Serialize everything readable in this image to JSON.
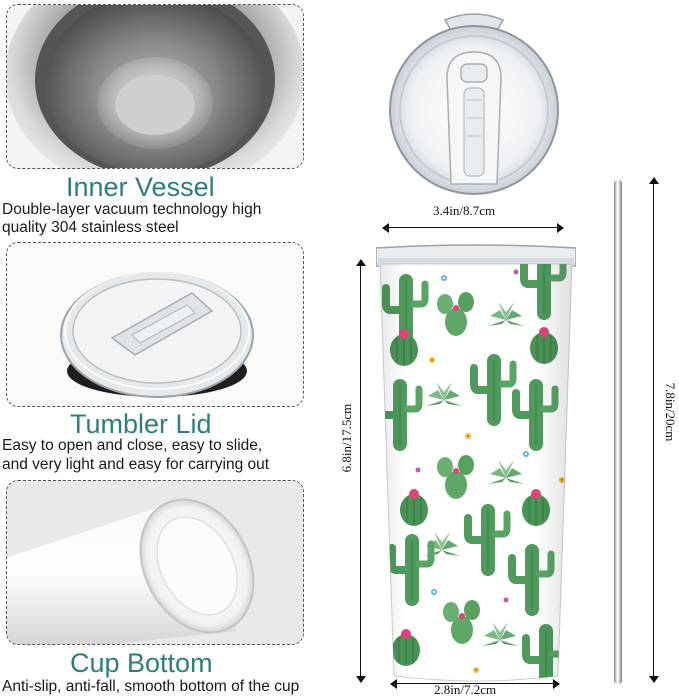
{
  "features": [
    {
      "title": "Inner Vessel",
      "desc_line1": "Double-layer vacuum technology high",
      "desc_line2": "quality 304 stainless steel"
    },
    {
      "title": "Tumbler Lid",
      "desc_line1": "Easy to open and close, easy to slide,",
      "desc_line2": "and very light and easy for carrying out"
    },
    {
      "title": "Cup Bottom",
      "desc_line1": "Anti-slip, anti-fall, smooth bottom of the cup",
      "desc_line2": ""
    }
  ],
  "dimensions": {
    "lid_width": "3.4in/8.7cm",
    "cup_height": "6.8in/17.5cm",
    "straw_length": "7.8in/20cm",
    "bottom_width": "2.8in/7.2cm"
  },
  "colors": {
    "title_teal": "#2f7d7d",
    "cactus_green": "#4f9a5c",
    "flower_pink": "#e0457a"
  }
}
